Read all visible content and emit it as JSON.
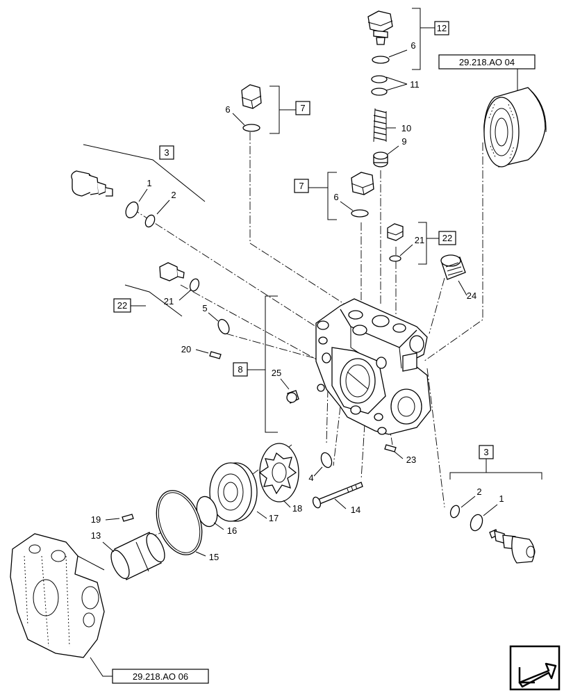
{
  "callouts": {
    "c1a": "1",
    "c2a": "2",
    "c3a": "3",
    "c1b": "1",
    "c2b": "2",
    "c3b": "3",
    "c4": "4",
    "c5": "5",
    "c6a": "6",
    "c6b": "6",
    "c6c": "6",
    "c7a": "7",
    "c7b": "7",
    "c8": "8",
    "c9": "9",
    "c10": "10",
    "c11": "11",
    "c12": "12",
    "c13": "13",
    "c14": "14",
    "c15": "15",
    "c16": "16",
    "c17": "17",
    "c18": "18",
    "c19": "19",
    "c20": "20",
    "c21a": "21",
    "c21b": "21",
    "c22a": "22",
    "c22b": "22",
    "c23": "23",
    "c24": "24",
    "c25": "25"
  },
  "references": {
    "top_right": "29.218.AO 04",
    "bottom_left": "29.218.AO 06"
  },
  "navigation": {
    "icon": "arrow-icon"
  }
}
